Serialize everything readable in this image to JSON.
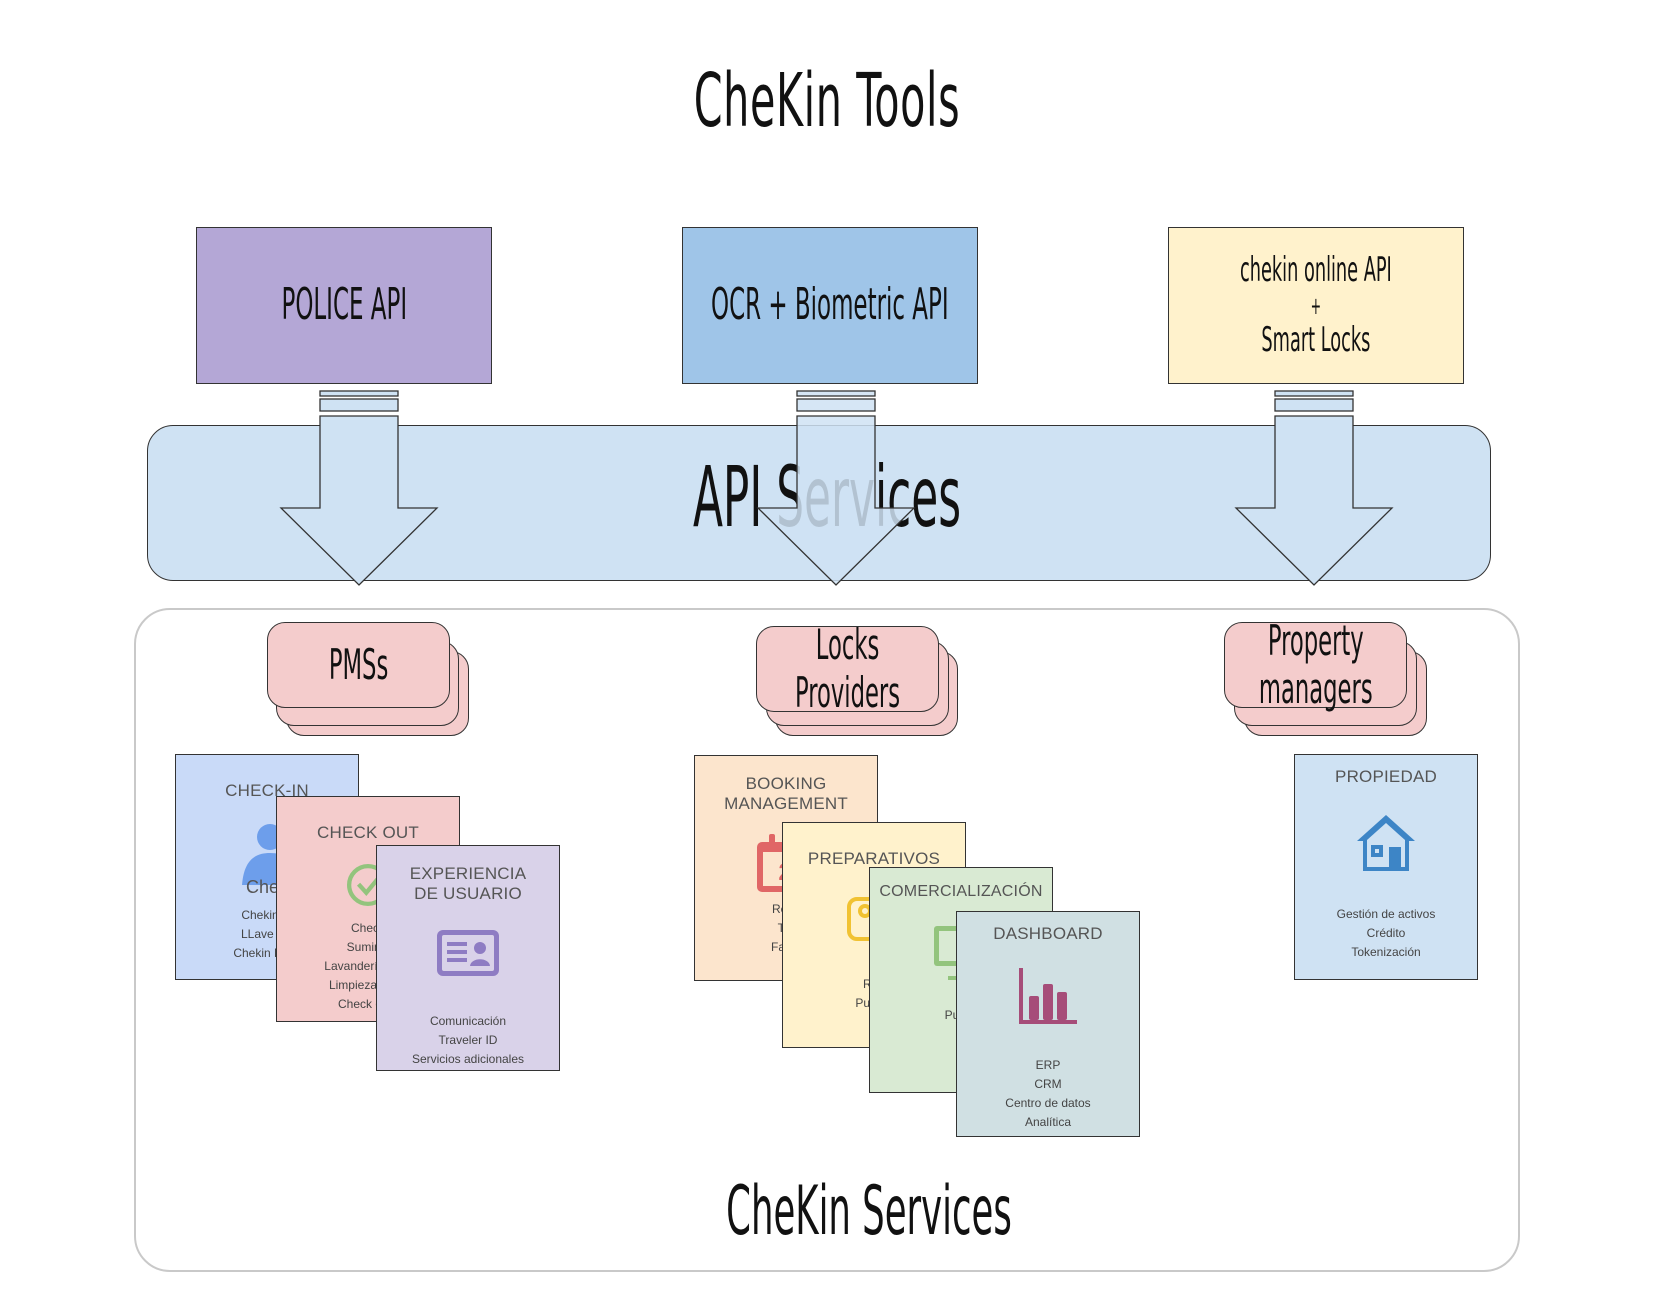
{
  "title": "CheKin Tools",
  "api_boxes": [
    {
      "label": "POLICE API",
      "color": "#b4a7d6"
    },
    {
      "label": "OCR + Biometric API",
      "color": "#9fc5e8"
    },
    {
      "label_lines": [
        "chekin online API",
        "+",
        "Smart Locks"
      ],
      "color": "#fff2cc"
    }
  ],
  "band": {
    "title": "API Services",
    "color": "#cfe2f3"
  },
  "categories": [
    {
      "label": "PMSs"
    },
    {
      "label_lines": [
        "Locks",
        "Providers"
      ]
    },
    {
      "label_lines": [
        "Property",
        "managers"
      ]
    }
  ],
  "cards": {
    "checkin": {
      "title": "CHECK-IN",
      "heading": "Chek",
      "items": [
        "Chekin re",
        "LLave dig",
        "Chekin Mark"
      ],
      "color": "#c9daf8",
      "icon": "user-icon"
    },
    "checkout": {
      "title": "CHECK OUT",
      "items": [
        "Check",
        "Suminis",
        "Lavandería, mar",
        "Limpieza, Man",
        "Check out l"
      ],
      "color": "#f4cccc",
      "icon": "checkmark-circle-icon"
    },
    "experiencia": {
      "title_lines": [
        "EXPERIENCIA",
        "DE USUARIO"
      ],
      "items": [
        "Comunicación",
        "Traveler ID",
        "Servicios adicionales"
      ],
      "color": "#d9d2e9",
      "icon": "id-card-icon"
    },
    "booking": {
      "title_lines": [
        "BOOKING",
        "MANAGEMENT"
      ],
      "items": [
        "Rese",
        "Tar",
        "Factu"
      ],
      "color": "#fce5cd",
      "icon": "calendar-icon"
    },
    "preparativos": {
      "title": "PREPARATIVOS",
      "items": [
        "Reg",
        "Puesta"
      ],
      "color": "#fff2cc",
      "icon": "key-icon"
    },
    "comercializacion": {
      "title": "COMERCIALIZACIÓN",
      "items": [
        "Public"
      ],
      "color": "#d9ead3",
      "icon": "monitor-icon"
    },
    "dashboard": {
      "title": "DASHBOARD",
      "items": [
        "ERP",
        "CRM",
        "Centro de datos",
        "Analítica"
      ],
      "color": "#d0e0e3",
      "icon": "bar-chart-icon"
    },
    "propiedad": {
      "title": "PROPIEDAD",
      "items": [
        "Gestión de activos",
        "Crédito",
        "Tokenización"
      ],
      "color": "#cfe2f3",
      "icon": "house-icon"
    }
  },
  "footer": {
    "title": "CheKin Services"
  }
}
